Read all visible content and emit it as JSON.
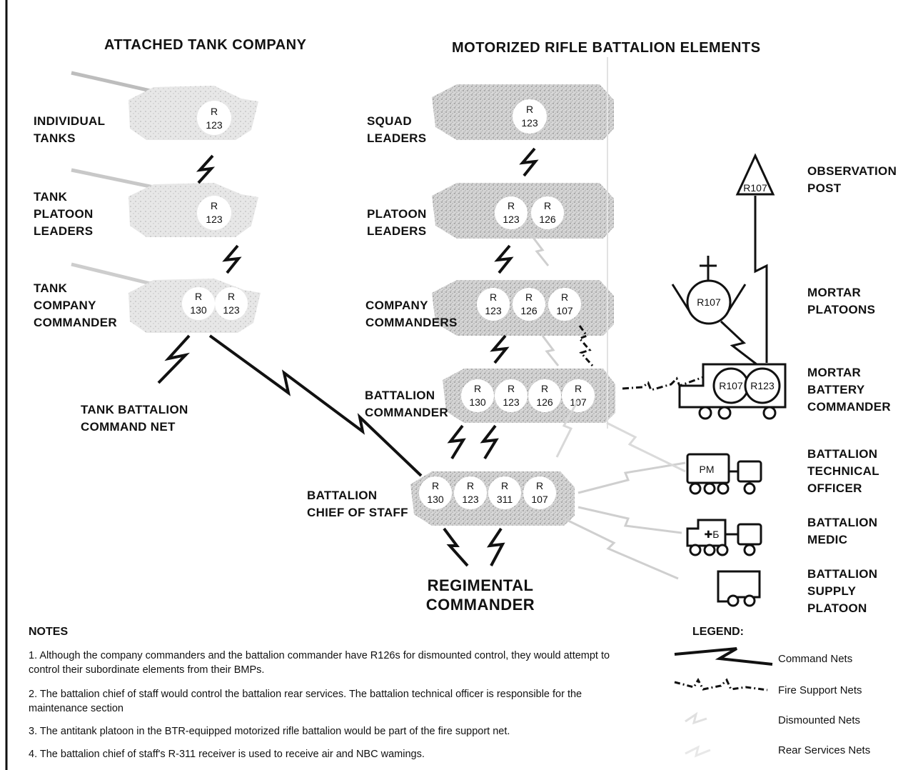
{
  "headers": {
    "left": "ATTACHED TANK COMPANY",
    "right": "MOTORIZED RIFLE BATTALION ELEMENTS"
  },
  "labels": {
    "individual_tanks": "INDIVIDUAL\nTANKS",
    "tank_platoon_leaders": "TANK\nPLATOON\nLEADERS",
    "tank_company_commander": "TANK\nCOMPANY\nCOMMANDER",
    "tank_battalion_command_net": "TANK BATTALION\nCOMMAND NET",
    "squad_leaders": "SQUAD\nLEADERS",
    "platoon_leaders": "PLATOON\nLEADERS",
    "company_commanders": "COMPANY\nCOMMANDERS",
    "battalion_commander": "BATTALION\nCOMMANDER",
    "battalion_chief_of_staff": "BATTALION\nCHIEF OF STAFF",
    "regimental_commander": "REGIMENTAL\nCOMMANDER",
    "observation_post": "OBSERVATION\nPOST",
    "mortar_platoons": "MORTAR\nPLATOONS",
    "mortar_battery_commander": "MORTAR\nBATTERY\nCOMMANDER",
    "battalion_technical_officer": "BATTALION\nTECHNICAL\nOFFICER",
    "battalion_medic": "BATTALION\nMEDIC",
    "battalion_supply_platoon": "BATTALION\nSUPPLY\nPLATOON"
  },
  "radios": {
    "r": "R",
    "r123": "123",
    "r126": "126",
    "r107": "107",
    "r130": "130",
    "r311": "311",
    "op": "R107",
    "mortar_platoon": "R107",
    "battery_1": "R107",
    "battery_2": "R123",
    "pm": "PM",
    "medic_symbol": "✚Б"
  },
  "notes": {
    "title": "NOTES",
    "items": [
      "1. Although the company commanders and the battalion commander have R126s for dismounted control, they would attempt to control their subordinate elements from their BMPs.",
      "2. The battalion chief of staff would control the battalion rear services. The battalion technical officer is responsible for the maintenance section",
      "3. The antitank platoon in the BTR-equipped motorized rifle battalion would be part of the fire support net.",
      "4. The battalion chief of staff's R-311 receiver is used to receive air and NBC wamings."
    ]
  },
  "legend": {
    "title": "LEGEND:",
    "items": [
      "Command Nets",
      "Fire Support Nets",
      "Dismounted Nets",
      "Rear Services Nets"
    ]
  }
}
